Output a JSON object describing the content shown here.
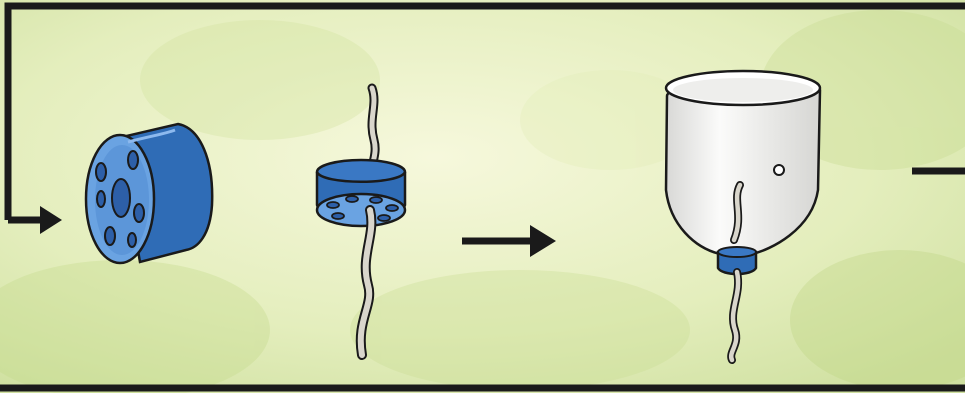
{
  "diagram": {
    "steps": [
      {
        "name": "blue-cap-with-holes",
        "description_visible": false
      },
      {
        "name": "cap-with-wick-threaded",
        "description_visible": false
      },
      {
        "name": "inverted-bottle-with-cap-and-wick",
        "description_visible": false
      }
    ]
  },
  "colors": {
    "background_light": "#eef3c8",
    "background_leaf": "#d6e6a6",
    "cap_blue": "#3a78c4",
    "cap_blue_light": "#6aa3e2",
    "cap_blue_dark": "#1f4f95",
    "outline": "#1a1a1a",
    "wick": "#d9d6cc",
    "bottle": "#f3f3f1",
    "frame": "#1a1a1a"
  },
  "icons": [
    "arrow-right-icon",
    "flow-connector"
  ]
}
